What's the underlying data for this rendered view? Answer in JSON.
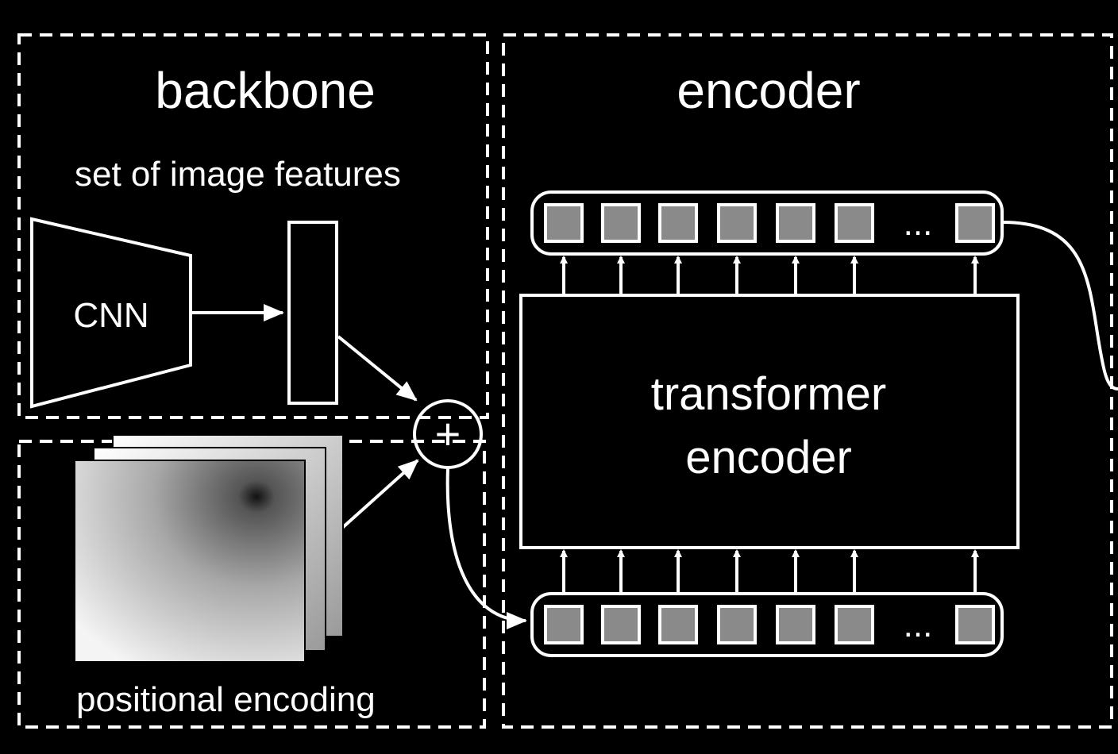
{
  "labels": {
    "backbone": "backbone",
    "encoder": "encoder",
    "image_features": "set of image features",
    "cnn": "CNN",
    "positional_encoding": "positional encoding",
    "transformer_encoder_line1": "transformer",
    "transformer_encoder_line2": "encoder",
    "plus": "+",
    "ellipsis": "..."
  },
  "colors": {
    "background": "#000000",
    "foreground": "#ffffff",
    "token_fill": "#8a8a8a"
  }
}
